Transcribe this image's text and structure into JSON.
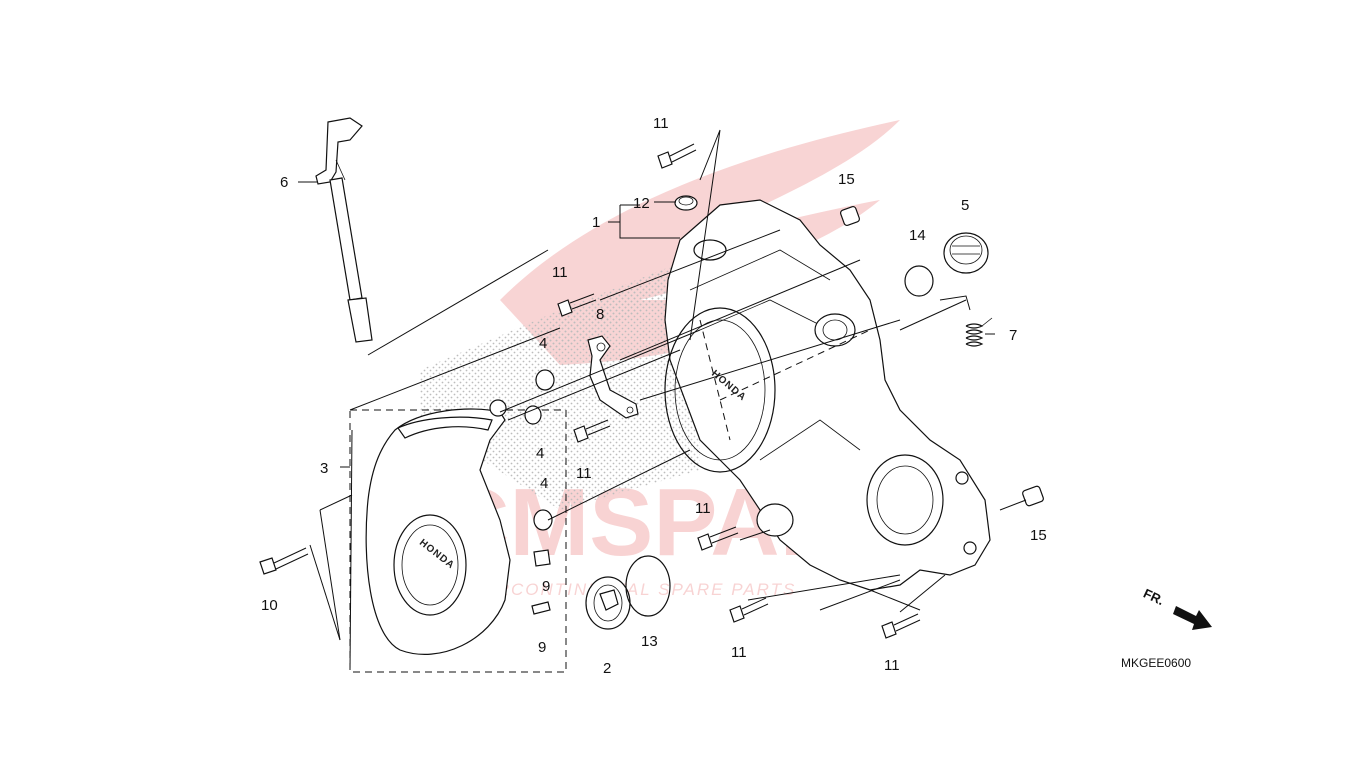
{
  "diagram": {
    "code": "MKGEE0600",
    "front_label": "FR.",
    "callouts": [
      "1",
      "2",
      "3",
      "4",
      "4",
      "4",
      "5",
      "6",
      "7",
      "8",
      "9",
      "9",
      "10",
      "11",
      "11",
      "11",
      "11",
      "11",
      "11",
      "11",
      "12",
      "13",
      "14",
      "15",
      "15"
    ]
  },
  "watermark": {
    "brand": "CMSPARTS",
    "tagline": "INTERCONTINENTAL SPARE PARTS",
    "color": "#e03a3a"
  },
  "parts": {
    "cover_brand": "HONDA"
  }
}
